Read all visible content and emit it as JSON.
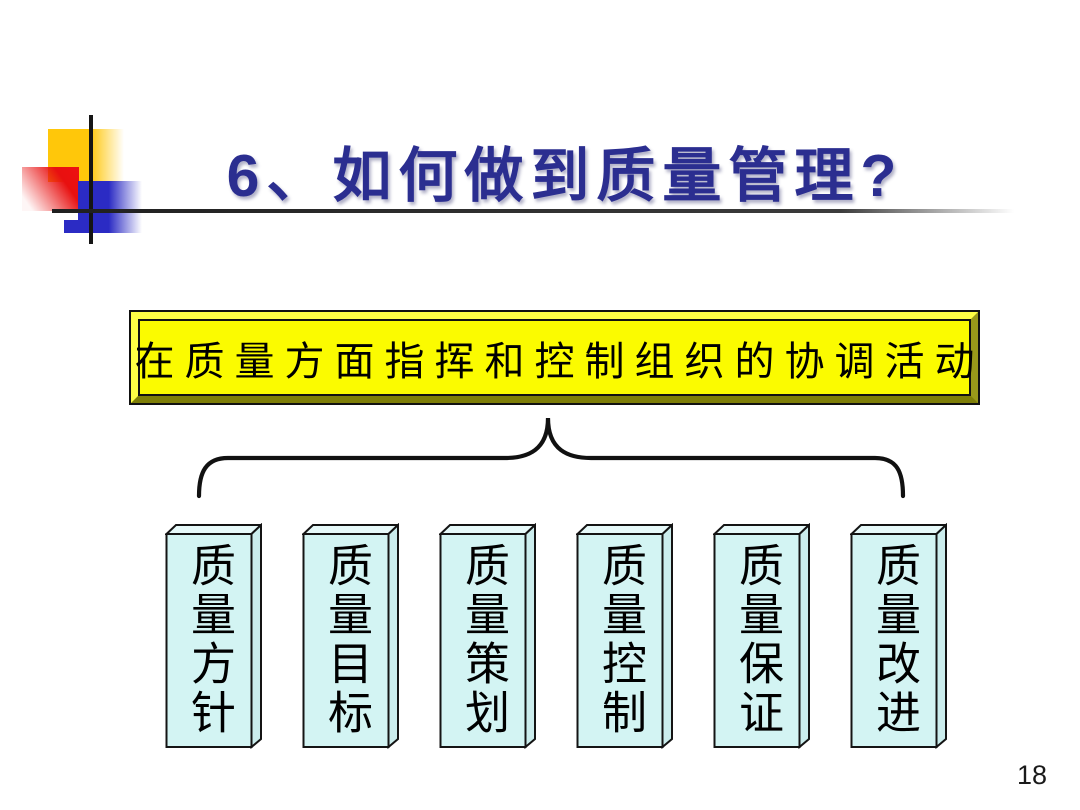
{
  "slide": {
    "title": "6、如何做到质量管理?",
    "page_number": "18",
    "background": "#FFFFFF"
  },
  "banner": {
    "text": "在质量方面指挥和控制组织的协调活动",
    "fill": "#FBFB00",
    "border_color": "#111111"
  },
  "connector": {
    "shape": "curly-brace-pointing-up",
    "color": "#111111"
  },
  "boxes": [
    {
      "label": "质量方针"
    },
    {
      "label": "质量目标"
    },
    {
      "label": "质量策划"
    },
    {
      "label": "质量控制"
    },
    {
      "label": "质量保证"
    },
    {
      "label": "质量改进"
    }
  ],
  "colors": {
    "title_text": "#2B2E90",
    "box_fill_front": "#D3F4F3",
    "box_fill_top": "#E6F9F9",
    "box_fill_side": "#CBEDED",
    "box_outline": "#141414",
    "decor_yellow": "#FFC70A",
    "decor_red": "#E81010",
    "decor_blue": "#2B2BC4",
    "rule_line": "#2A2A2A"
  }
}
